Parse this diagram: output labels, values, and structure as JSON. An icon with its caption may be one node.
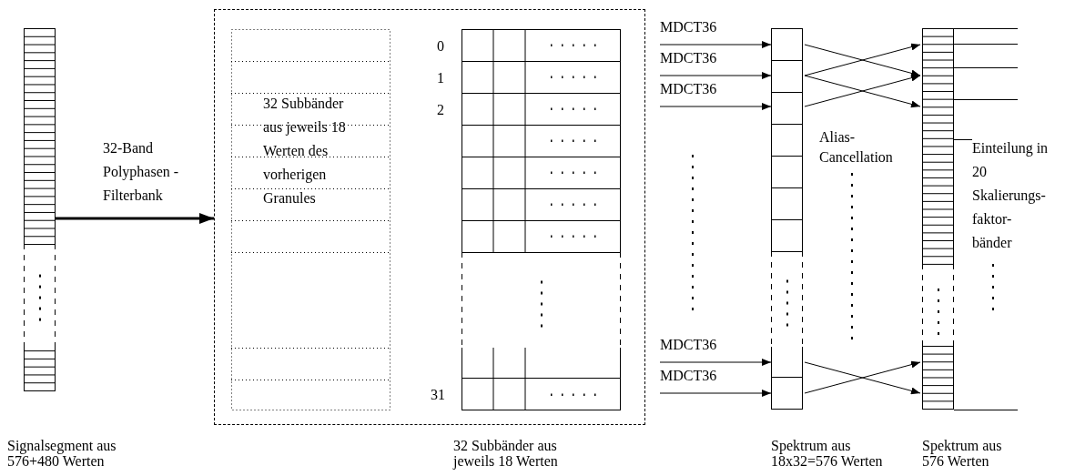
{
  "diagram": {
    "nodes": [
      {
        "text": [],
        "shape": "bar",
        "beside": [
          "Signalsegment aus 576+480 Werten"
        ]
      },
      {
        "text": [],
        "shape": "box",
        "beside": [
          "32 Subbänder aus jeweils 18 Werten"
        ]
      },
      {
        "text": [
          "32 Subbänder aus jeweils 18 Werten des vorherigen Granules"
        ],
        "in": 1
      },
      {
        "text": [],
        "shape": "box",
        "in": 1
      },
      {
        "text": [],
        "shape": "bar",
        "beside": [
          "Spektrum aus 18x32=576 Werten"
        ]
      },
      {
        "text": [],
        "shape": "bar",
        "beside": [
          "Spektrum aus 576 Werten"
        ]
      }
    ],
    "edges": [
      {
        "from": 0,
        "to": 1,
        "arrow": "to",
        "label": "32-Band Polyphasen - Filterbank",
        "style": "thick"
      },
      {
        "from": null,
        "to": 4,
        "arrow": "to",
        "label": "MDCT36"
      },
      {
        "from": null,
        "to": 4,
        "arrow": "to",
        "label": "MDCT36"
      },
      {
        "from": null,
        "to": 4,
        "arrow": "to",
        "label": "MDCT36"
      },
      {
        "from": null,
        "to": 4,
        "arrow": "to",
        "label": "MDCT36"
      },
      {
        "from": null,
        "to": 4,
        "arrow": "to",
        "label": "MDCT36"
      },
      {
        "from": 4,
        "to": 5,
        "arrow": "to"
      },
      {
        "from": 4,
        "to": 5,
        "arrow": "to"
      },
      {
        "from": 4,
        "to": 5,
        "arrow": "to"
      },
      {
        "from": 4,
        "to": 5,
        "arrow": "to"
      },
      {
        "from": 4,
        "to": 5,
        "arrow": "to"
      },
      {
        "from": 4,
        "to": 5,
        "arrow": "to"
      }
    ],
    "labels": [
      "0",
      "1",
      "2",
      "31",
      "Alias- Cancellation",
      "Einteilung in 20 Skalierungs- faktor- bänder"
    ]
  }
}
